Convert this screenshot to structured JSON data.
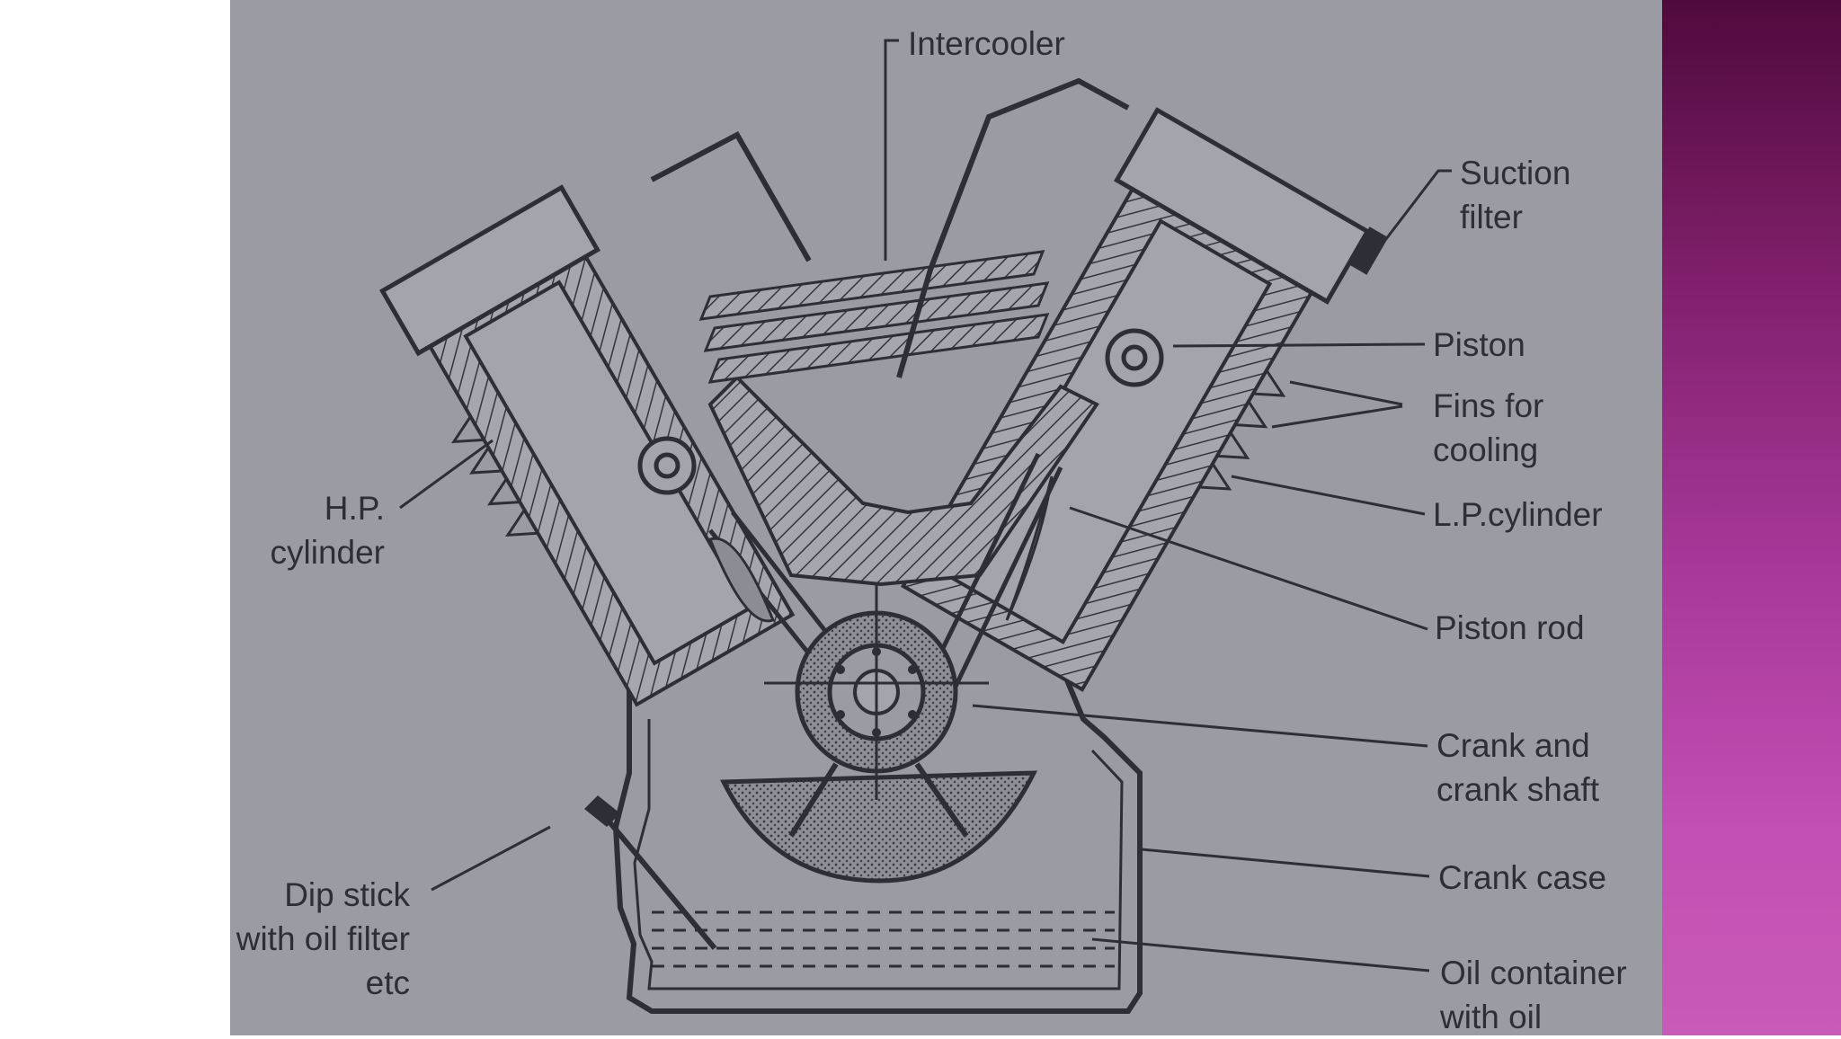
{
  "labels": {
    "intercooler": "Intercooler",
    "suction_filter": [
      "Suction",
      "filter"
    ],
    "piston": "Piston",
    "fins_for_cooling": [
      "Fins for",
      "cooling"
    ],
    "lp_cylinder": "L.P.cylinder",
    "hp_cylinder": [
      "H.P.",
      "cylinder"
    ],
    "piston_rod": "Piston rod",
    "crank_and_crank_shaft": [
      "Crank and",
      "crank shaft"
    ],
    "crank_case": "Crank case",
    "dip_stick": [
      "Dip stick",
      "with oil filter",
      "etc"
    ],
    "oil_container": [
      "Oil container",
      "with oil"
    ]
  },
  "colors": {
    "photo_background": "#9a9ba3",
    "ink": "#2e2f36",
    "slide_accent": "#a8389a"
  }
}
